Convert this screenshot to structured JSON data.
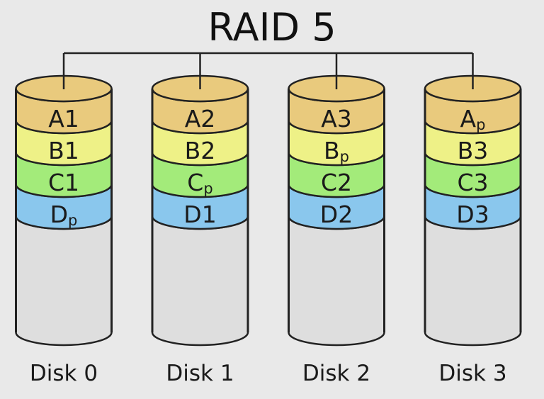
{
  "title": "RAID 5",
  "colors": {
    "background": "#e9e9e9",
    "band_a": "#e9ca7d",
    "band_b": "#eef187",
    "band_c": "#a3eb7a",
    "band_d": "#8ac7ed",
    "body": "#dedede",
    "outline": "#222222",
    "text": "#111111"
  },
  "disks": [
    {
      "name": "Disk 0",
      "blocks": [
        {
          "main": "A1",
          "sub": ""
        },
        {
          "main": "B1",
          "sub": ""
        },
        {
          "main": "C1",
          "sub": ""
        },
        {
          "main": "D",
          "sub": "p"
        }
      ]
    },
    {
      "name": "Disk 1",
      "blocks": [
        {
          "main": "A2",
          "sub": ""
        },
        {
          "main": "B2",
          "sub": ""
        },
        {
          "main": "C",
          "sub": "p"
        },
        {
          "main": "D1",
          "sub": ""
        }
      ]
    },
    {
      "name": "Disk 2",
      "blocks": [
        {
          "main": "A3",
          "sub": ""
        },
        {
          "main": "B",
          "sub": "p"
        },
        {
          "main": "C2",
          "sub": ""
        },
        {
          "main": "D2",
          "sub": ""
        }
      ]
    },
    {
      "name": "Disk 3",
      "blocks": [
        {
          "main": "A",
          "sub": "p"
        },
        {
          "main": "B3",
          "sub": ""
        },
        {
          "main": "C3",
          "sub": ""
        },
        {
          "main": "D3",
          "sub": ""
        }
      ]
    }
  ]
}
